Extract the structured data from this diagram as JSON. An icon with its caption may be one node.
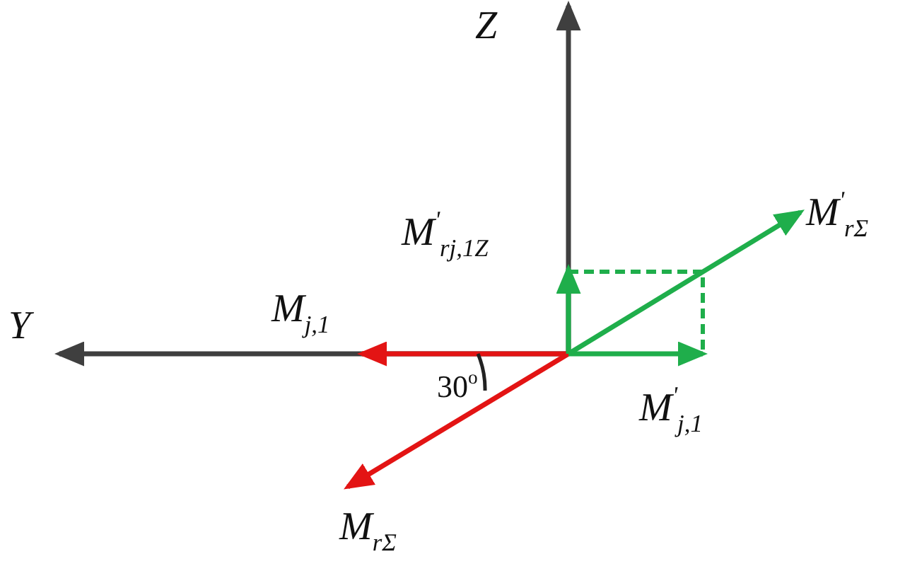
{
  "diagram": {
    "labels": [
      "Z",
      "M$^{'}$$_{rj,1Z}$",
      "M$^{'}$$_{rΣ}$",
      "Y",
      "M$_{j,1}$",
      "30$^{o}$",
      "M$^{'}$$_{j,1}$",
      "M$_{rΣ}$"
    ]
  }
}
